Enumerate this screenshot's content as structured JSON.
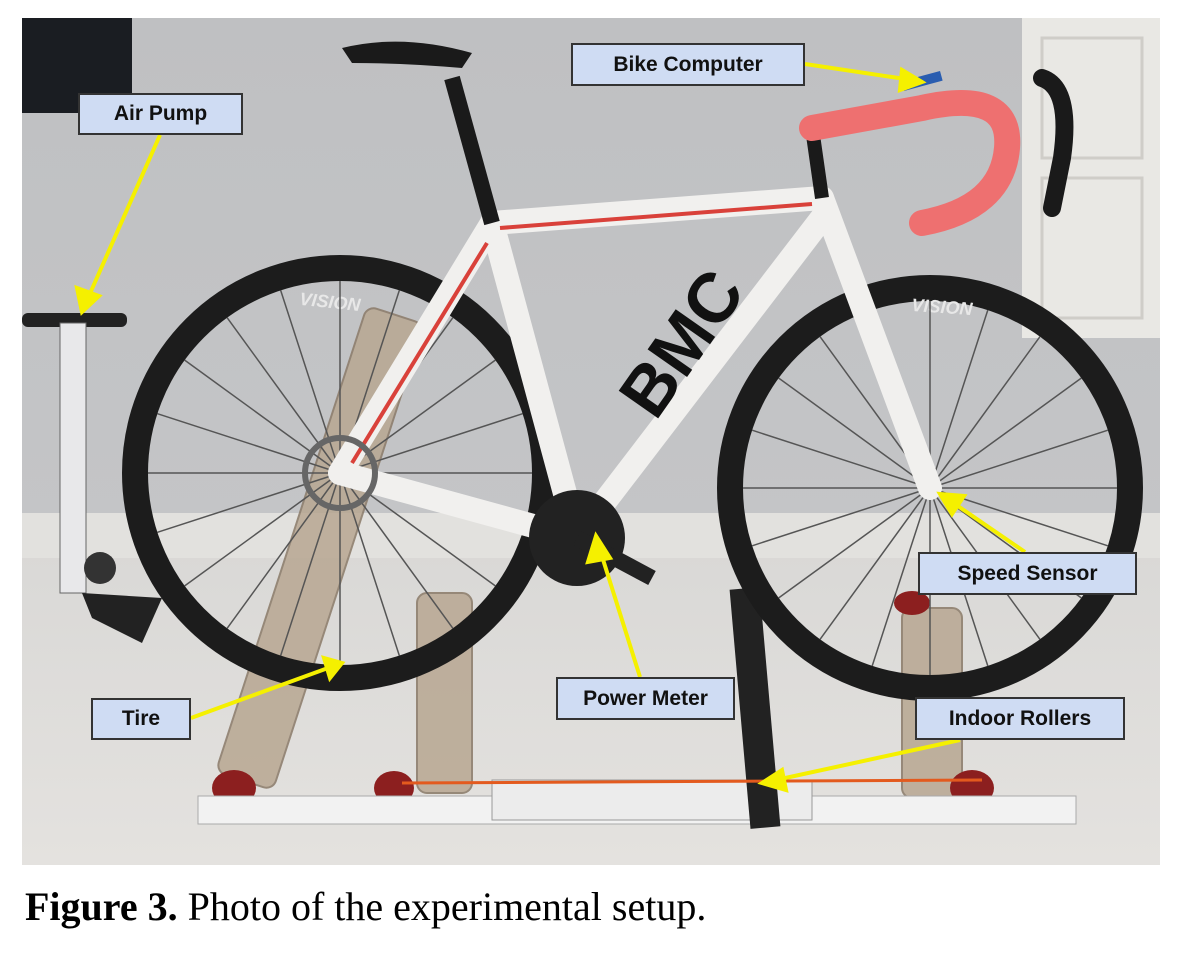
{
  "figure": {
    "labels": {
      "bike_computer": "Bike Computer",
      "air_pump": "Air Pump",
      "speed_sensor": "Speed Sensor",
      "power_meter": "Power Meter",
      "tire": "Tire",
      "indoor_rollers": "Indoor Rollers"
    },
    "photo_text": {
      "frame_brand": "BMC",
      "rim_brand": "VISION"
    },
    "caption": {
      "number": "Figure 3.",
      "text": " Photo of the experimental setup."
    },
    "colors": {
      "label_bg": "#cfdcf3",
      "arrow": "#f5f000",
      "bar_tape": "#ee7070"
    }
  }
}
